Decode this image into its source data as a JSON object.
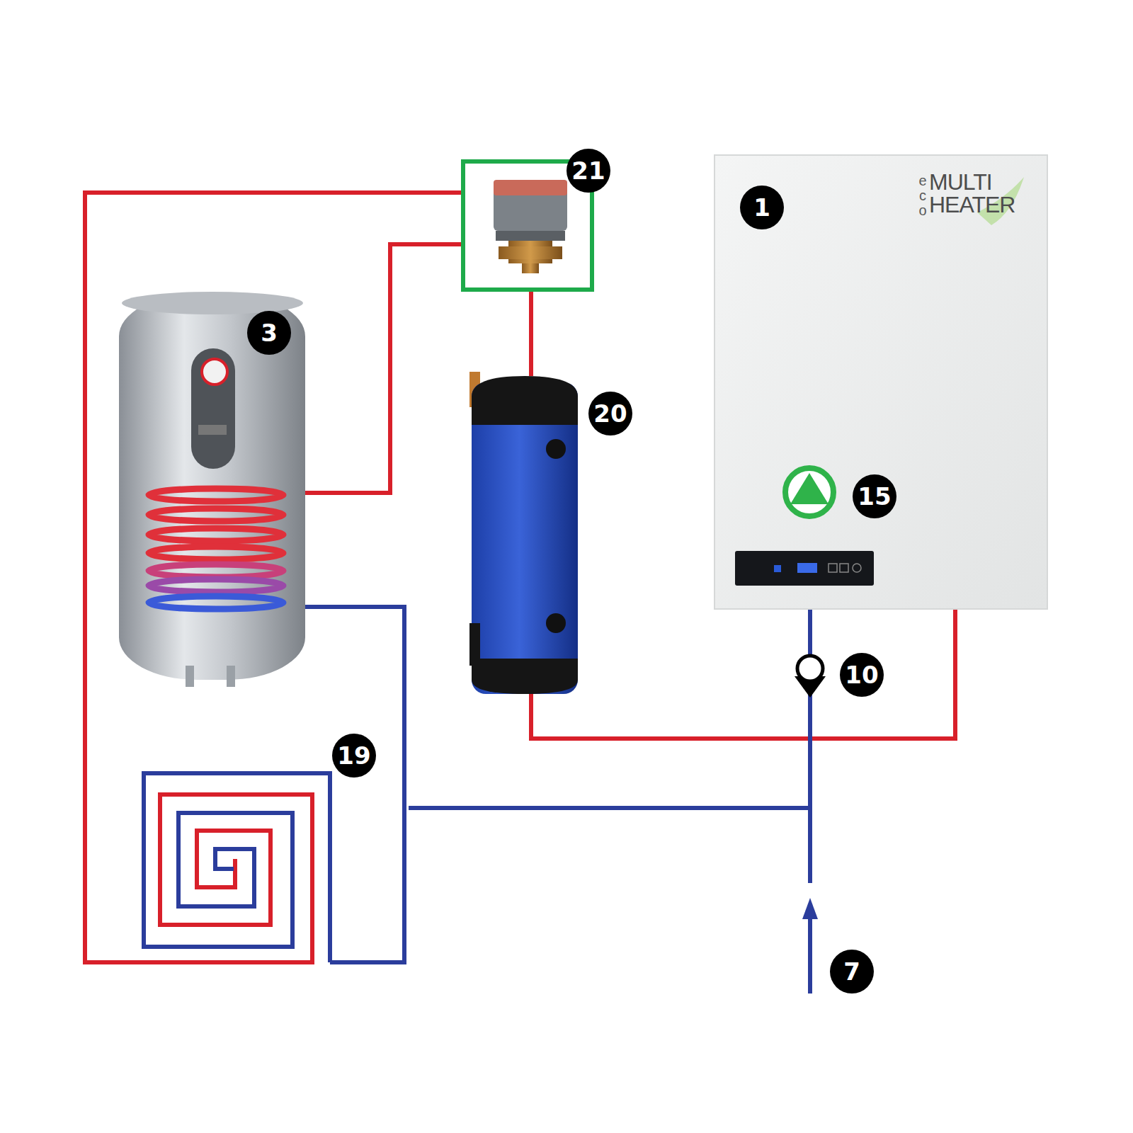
{
  "diagram": {
    "nodes": [
      {
        "text": [
          "eco",
          "MULTI HEATER"
        ]
      }
    ],
    "labels": [
      "21",
      "1",
      "3",
      "20",
      "15",
      "10",
      "19",
      "7"
    ]
  }
}
